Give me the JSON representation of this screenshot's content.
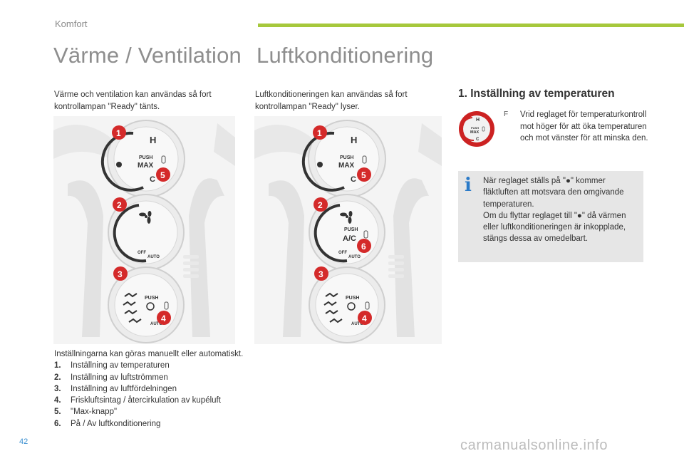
{
  "header": {
    "section": "Komfort"
  },
  "titles": {
    "left": "Värme / Ventilation",
    "right": "Luftkonditionering"
  },
  "intro": {
    "left": "Värme och ventilation kan användas så fort kontrollampan \"Ready\" tänts.",
    "right": "Luftkonditioneringen kan användas så fort kontrollampan \"Ready\" lyser."
  },
  "temperature": {
    "heading": "1. Inställning av temperaturen",
    "bullet": "F",
    "instruction": "Vrid reglaget för temperaturkontroll mot höger för att öka temperaturen och mot vänster för att minska den."
  },
  "info": {
    "text1": "När reglaget ställs på \"●\" kommer fläktluften att motsvara den omgivande temperaturen.",
    "text2": "Om du flyttar reglaget till \"●\" då värmen eller luftkonditioneringen är inkopplade, stängs dessa av omedelbart."
  },
  "panel_labels": {
    "hot": "H",
    "cold": "C",
    "push": "PUSH",
    "max": "MAX",
    "ac": "A/C",
    "off": "OFF",
    "auto": "AUTO"
  },
  "list": {
    "intro": "Inställningarna kan göras manuellt eller automatiskt.",
    "items": [
      {
        "num": "1.",
        "text": "Inställning av temperaturen"
      },
      {
        "num": "2.",
        "text": "Inställning av luftströmmen"
      },
      {
        "num": "3.",
        "text": "Inställning av luftfördelningen"
      },
      {
        "num": "4.",
        "text": "Friskluftsintag / återcirkulation av kupéluft"
      },
      {
        "num": "5.",
        "text": "\"Max-knapp\""
      },
      {
        "num": "6.",
        "text": "På / Av luftkonditionering"
      }
    ]
  },
  "footer": {
    "page": "42",
    "watermark": "carmanualsonline.info"
  },
  "colors": {
    "accent_bar": "#a6c83c",
    "badge_red": "#d42a2a",
    "info_blue": "#2a7ac8"
  }
}
